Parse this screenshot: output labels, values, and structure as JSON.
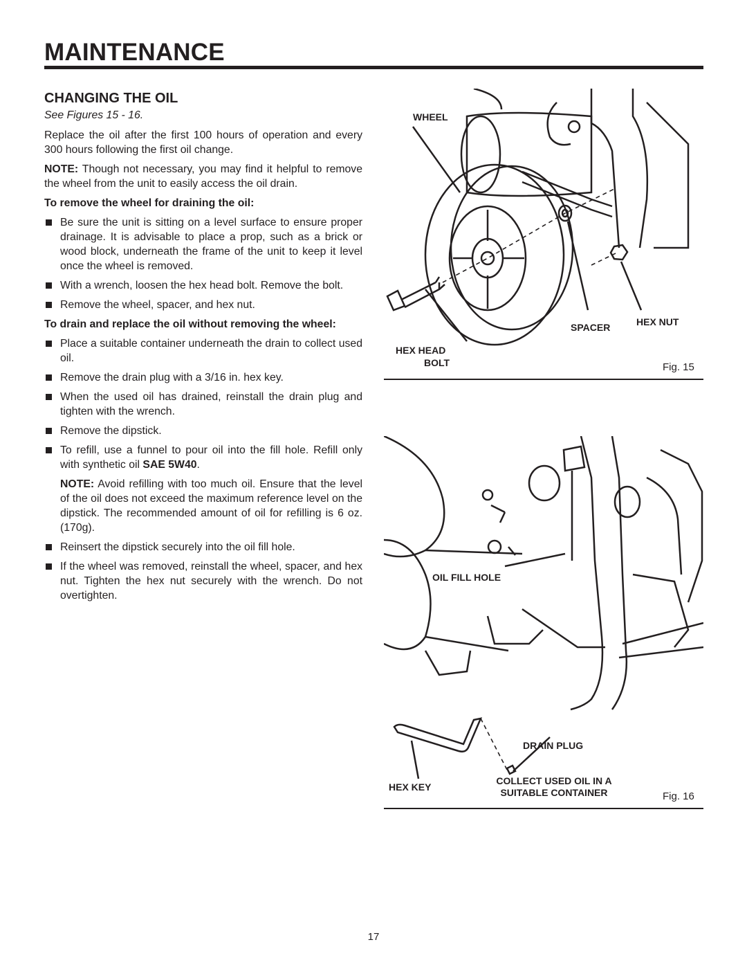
{
  "header": {
    "title": "MAINTENANCE"
  },
  "section": {
    "title": "CHANGING THE OIL",
    "see_figures": "See Figures 15 - 16.",
    "intro": "Replace the oil after the first 100 hours of operation and every 300 hours following the first oil change.",
    "note1_label": "NOTE:",
    "note1_text": " Though not necessary, you may find it helpful to remove the wheel from the unit to easily access the oil drain.",
    "wheel_heading": "To remove the wheel for draining the oil:",
    "wheel_steps": [
      "Be sure the unit is sitting on a level surface to ensure proper drainage. It is advisable to place a prop, such as a brick or wood block, underneath the frame of the unit to keep it level once the wheel is removed.",
      "With a wrench, loosen the hex head bolt. Remove the bolt.",
      "Remove the wheel, spacer, and hex nut."
    ],
    "drain_heading": "To drain and replace the oil without removing the wheel:",
    "drain_steps": [
      "Place a suitable container underneath the drain to collect used oil.",
      "Remove the drain plug with a 3/16 in. hex key.",
      "When the used oil has drained, reinstall the drain plug and tighten with the wrench.",
      "Remove the dipstick."
    ],
    "refill_step_prefix": "To refill, use a funnel to pour oil into the fill hole. Refill only with synthetic oil ",
    "refill_step_oil": "SAE 5W40",
    "refill_step_suffix": ".",
    "note2_label": "NOTE:",
    "note2_text": " Avoid refilling with too much oil. Ensure that the level of the oil does not exceed the maximum reference level on the dipstick. The recommended amount of oil for refilling is 6 oz. (170g).",
    "final_steps": [
      "Reinsert the dipstick securely into the oil fill hole.",
      "If the wheel was removed, reinstall the wheel, spacer, and hex nut. Tighten the hex nut securely with the wrench. Do not overtighten."
    ]
  },
  "figure15": {
    "label_wheel": "WHEEL",
    "label_spacer": "SPACER",
    "label_hex_nut": "HEX NUT",
    "label_hex_head": "HEX HEAD",
    "label_bolt": "BOLT",
    "caption": "Fig. 15"
  },
  "figure16": {
    "label_oil_fill_hole": "OIL FILL HOLE",
    "label_drain_plug": "DRAIN PLUG",
    "label_hex_key": "HEX KEY",
    "label_collect_1": "COLLECT USED OIL IN A",
    "label_collect_2": "SUITABLE CONTAINER",
    "caption": "Fig. 16"
  },
  "footer": {
    "page_number": "17"
  }
}
